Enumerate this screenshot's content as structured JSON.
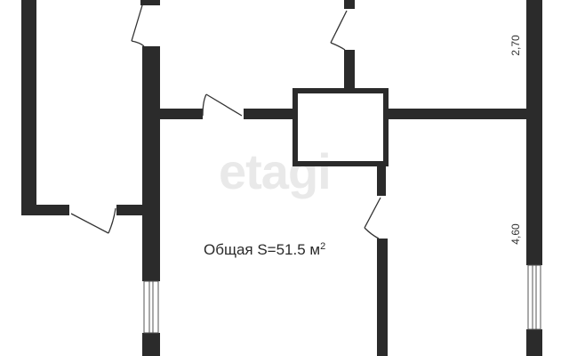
{
  "watermark": {
    "text": "etagi"
  },
  "area": {
    "prefix": "Общая S=51.5 м",
    "superscript": "2"
  },
  "dimensions": {
    "upper_right": "2,70",
    "lower_right": "4,60"
  },
  "colors": {
    "wall": "#2b2b2b",
    "door": "#333333",
    "window": "#555555",
    "background": "#ffffff"
  }
}
